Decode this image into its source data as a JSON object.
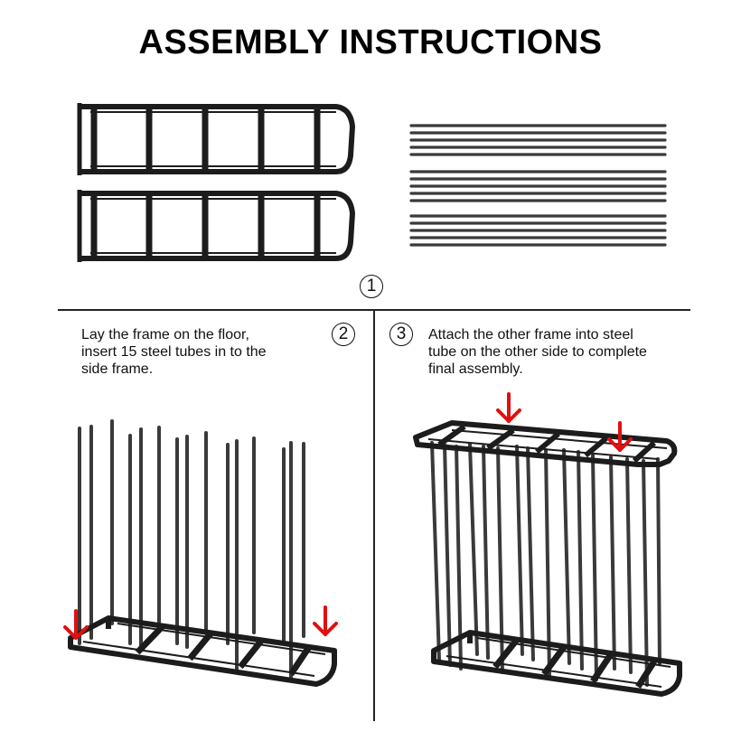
{
  "title": "ASSEMBLY INSTRUCTIONS",
  "steps": [
    {
      "number": "1"
    },
    {
      "number": "2",
      "lines": [
        "Lay the frame on the floor,",
        "insert 15 steel tubes in to the",
        "side frame."
      ]
    },
    {
      "number": "3",
      "lines": [
        "Attach the other frame into steel",
        "tube on the other side to complete",
        "final assembly."
      ]
    }
  ],
  "colors": {
    "frame": "#1c1c1c",
    "tube": "#3a3a3a",
    "arrow": "#e01010",
    "rule": "#222222"
  },
  "icons": [
    "side-frame-icon",
    "steel-tubes-icon",
    "down-arrow-icon",
    "boot-rack-icon"
  ]
}
